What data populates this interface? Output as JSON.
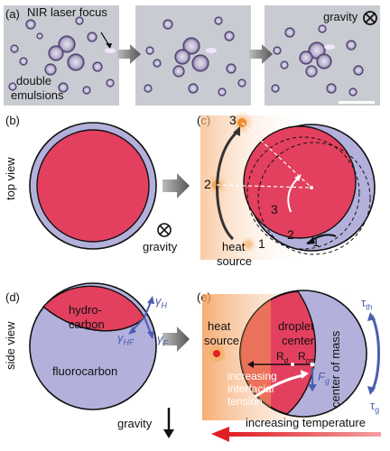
{
  "panel_a": {
    "label": "(a)",
    "laser_label": "NIR laser focus",
    "emulsion_label_line1": "double",
    "emulsion_label_line2": "emulsions",
    "gravity_label": "gravity"
  },
  "panel_b": {
    "label": "(b)"
  },
  "panel_c": {
    "label": "(c)",
    "gravity_label": "gravity",
    "heat_source_line1": "heat",
    "heat_source_line2": "source",
    "positions": [
      "1",
      "2",
      "3"
    ]
  },
  "panel_d": {
    "label": "(d)",
    "hydrocarbon_line1": "hydro-",
    "hydrocarbon_line2": "carbon",
    "fluorocarbon": "fluorocarbon",
    "gravity_label": "gravity",
    "gamma_h": "γ",
    "gamma_h_sub": "H",
    "gamma_hf": "γ",
    "gamma_hf_sub": "HF",
    "gamma_f": "γ",
    "gamma_f_sub": "F"
  },
  "panel_e": {
    "label": "(e)",
    "heat_source_line1": "heat",
    "heat_source_line2": "source",
    "droplet_center_line1": "droplet",
    "droplet_center_line2": "center",
    "center_of_mass": "center of mass",
    "r_d": "R",
    "r_d_sub": "d",
    "r_cm": "R",
    "r_cm_sub": "cm",
    "f_g": "F",
    "f_g_sub": "g",
    "tau_th": "τ",
    "tau_th_sub": "th",
    "tau_g": "τ",
    "tau_g_sub": "g",
    "interfacial_line1": "increasing",
    "interfacial_line2": "interfacial",
    "interfacial_line3": "tension",
    "temperature_label": "increasing temperature"
  },
  "row_labels": {
    "top_view": "top view",
    "side_view": "side view"
  },
  "colors": {
    "hydrocarbon": "#e3405f",
    "fluorocarbon": "#b3b1dc",
    "heat": "#f08a2a",
    "blue_arrow": "#4a5fb0",
    "temperature_arrow": "#e01f26"
  }
}
